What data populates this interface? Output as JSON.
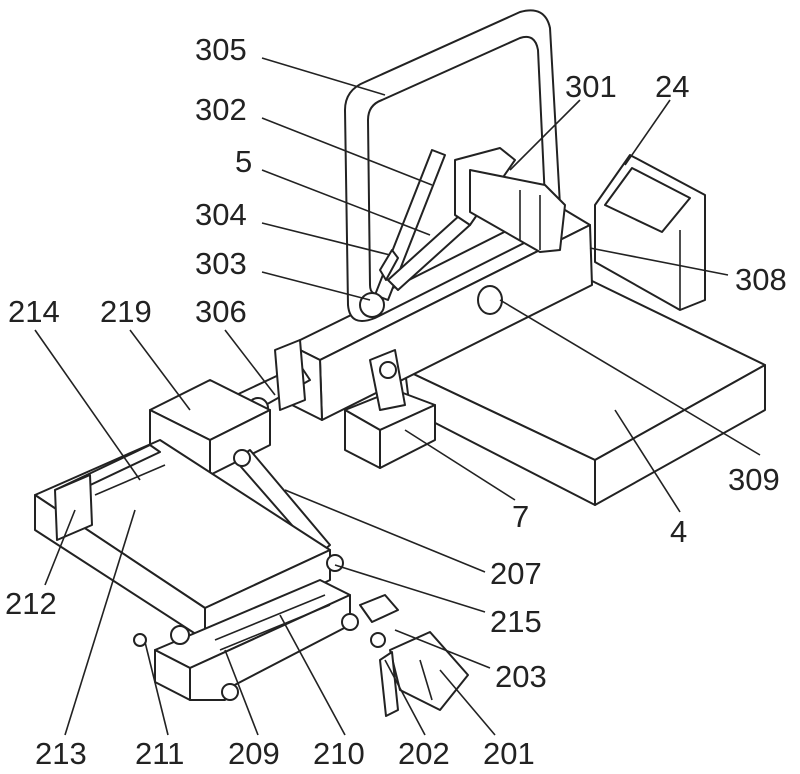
{
  "labels": {
    "l305": "305",
    "l302": "302",
    "l5": "5",
    "l304": "304",
    "l303": "303",
    "l214": "214",
    "l219": "219",
    "l306": "306",
    "l301": "301",
    "l24": "24",
    "l308": "308",
    "l309": "309",
    "l4": "4",
    "l7": "7",
    "l207": "207",
    "l215": "215",
    "l203": "203",
    "l212": "212",
    "l213": "213",
    "l211": "211",
    "l209": "209",
    "l210": "210",
    "l202": "202",
    "l201": "201"
  }
}
